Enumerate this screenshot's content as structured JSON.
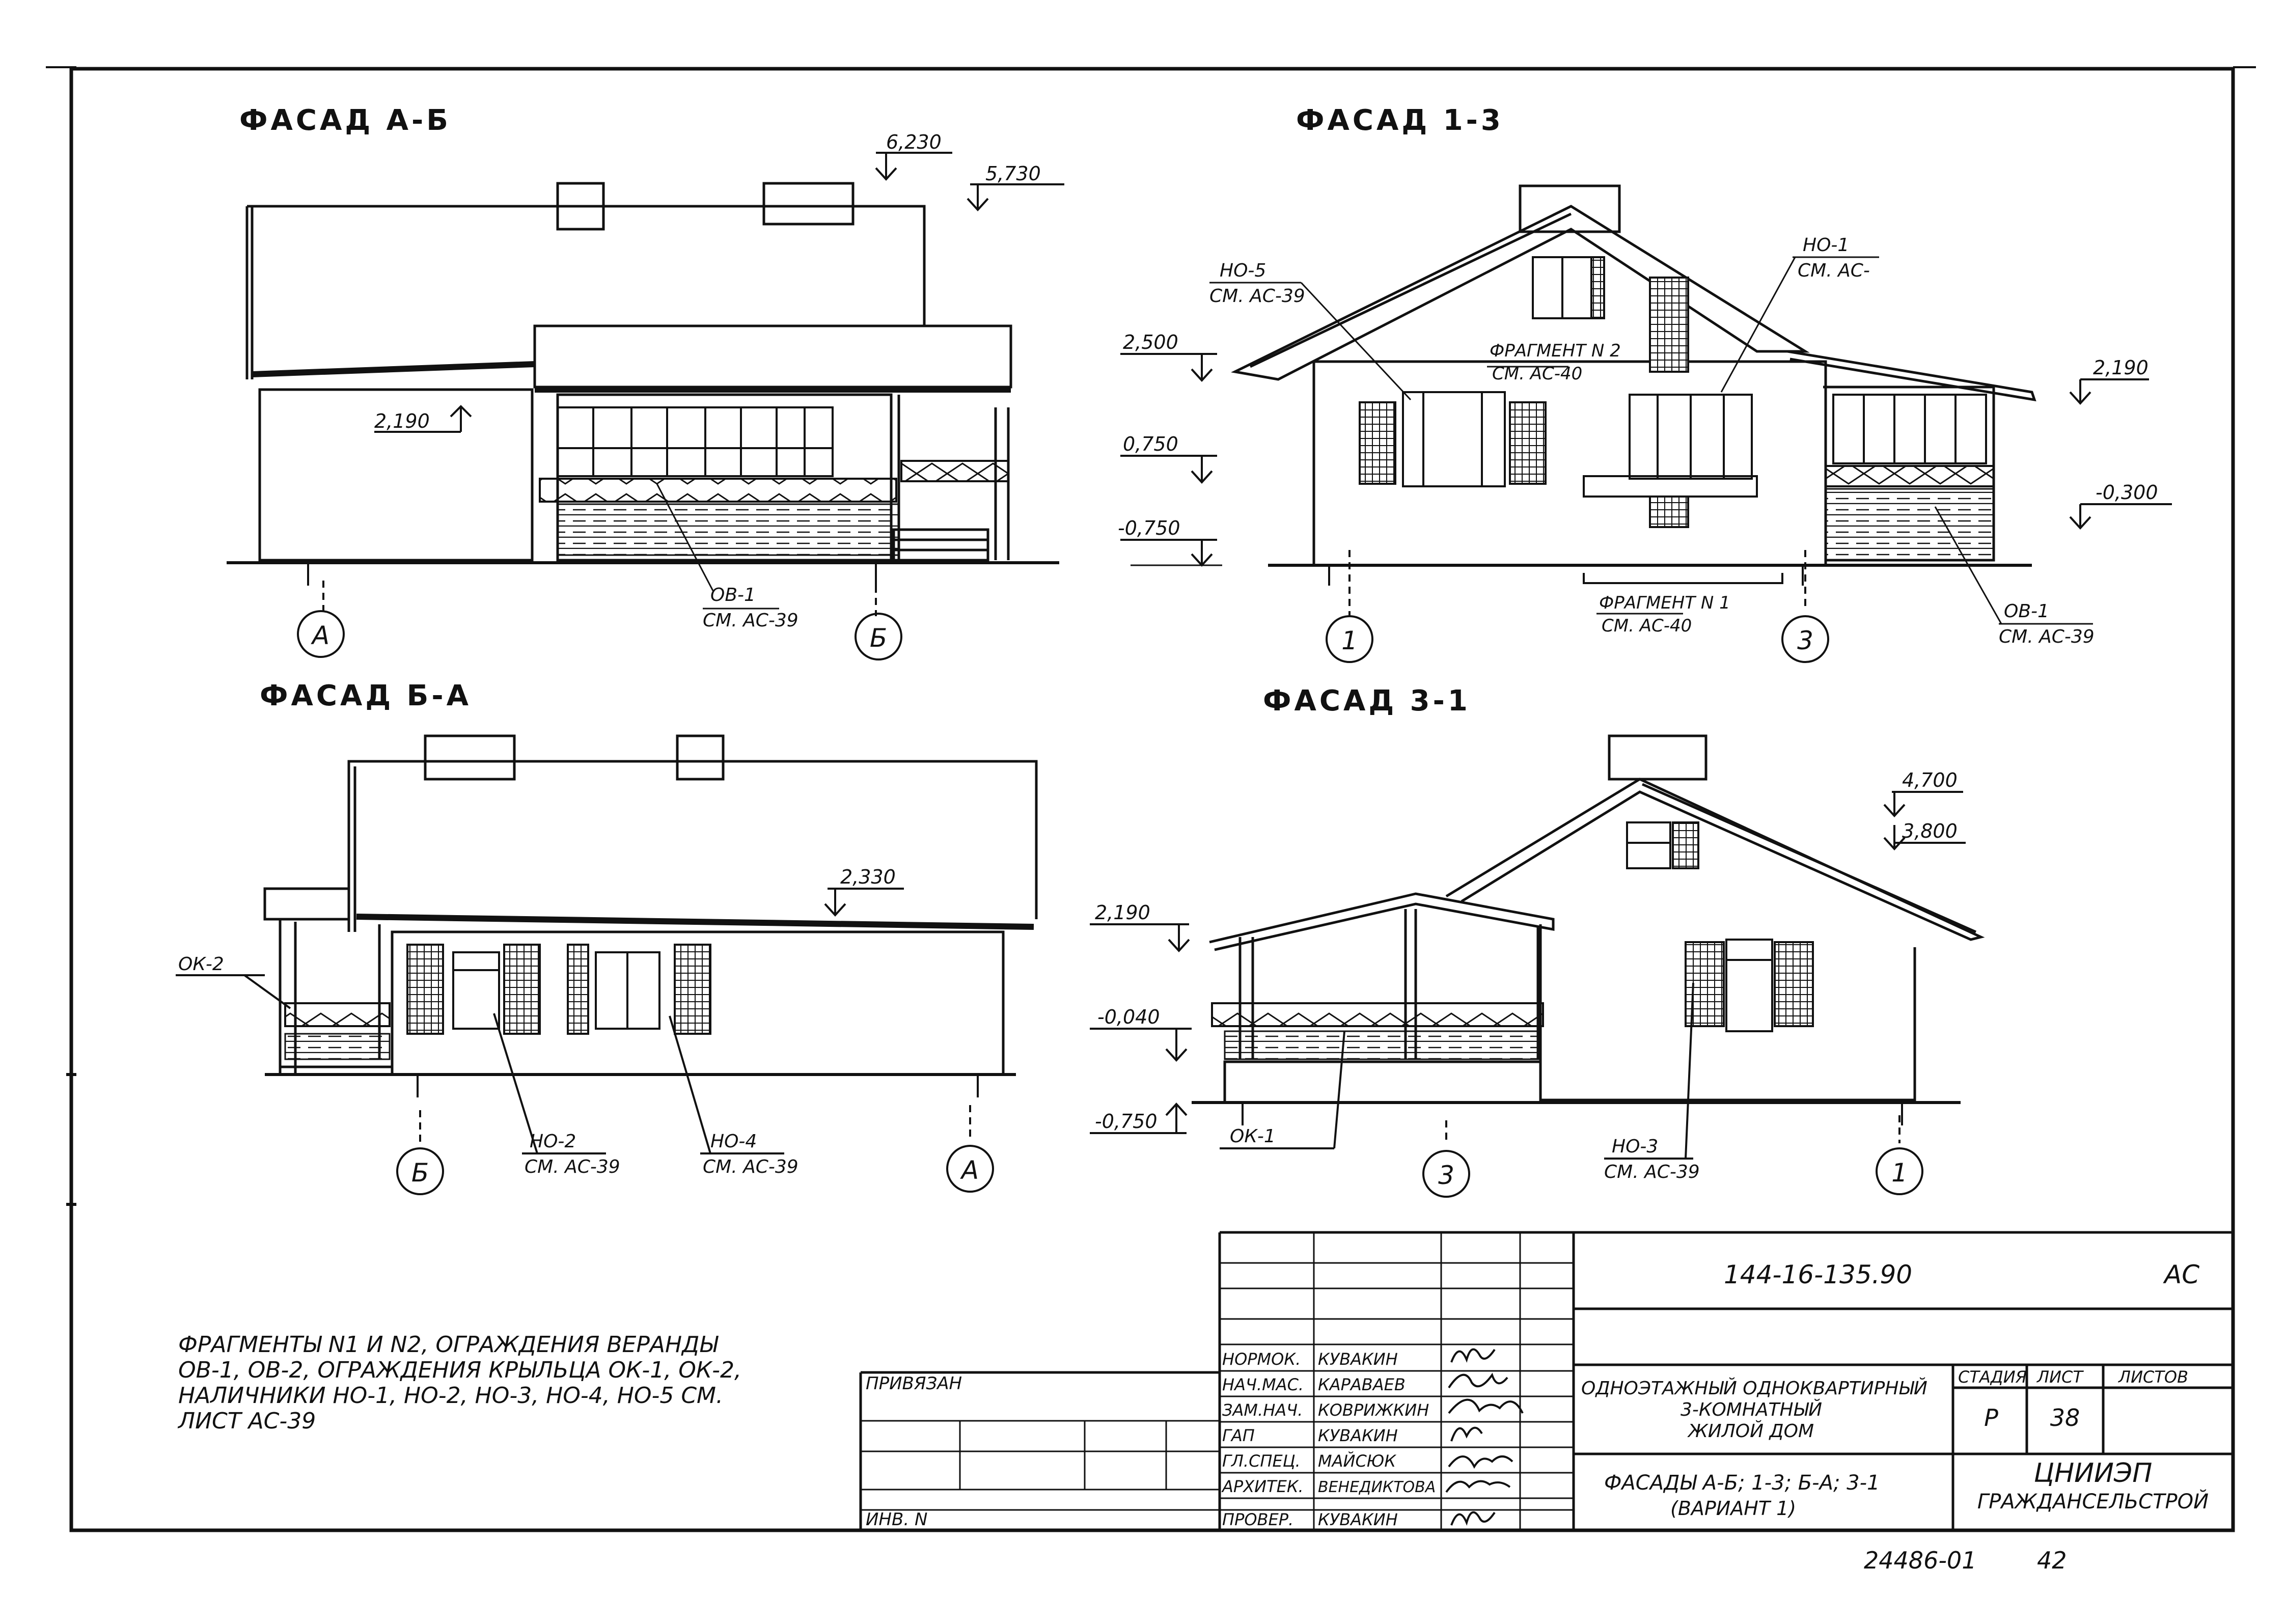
{
  "views": {
    "ab": {
      "title": "ФАСАД А-Б",
      "levels": [
        "6,230",
        "5,730",
        "2,190"
      ],
      "axes": [
        "А",
        "Б"
      ],
      "callout": [
        "ОВ-1",
        "СМ. АС-39"
      ]
    },
    "t13": {
      "title": "ФАСАД 1-3",
      "levels": [
        "2,500",
        "0,750",
        "-0,750",
        "2,190",
        "-0,300"
      ],
      "axes": [
        "1",
        "3"
      ],
      "callouts": [
        [
          "НО-5",
          "СМ. АС-39"
        ],
        [
          "НО-1",
          "СМ. АС-"
        ],
        [
          "ФРАГМЕНТ N 2",
          "СМ. АС-40"
        ],
        [
          "ФРАГМЕНТ N 1",
          "СМ. АС-40"
        ],
        [
          "ОВ-1",
          "СМ. АС-39"
        ]
      ]
    },
    "ba": {
      "title": "ФАСАД Б-А",
      "levels": [
        "2,330"
      ],
      "axes": [
        "Б",
        "А"
      ],
      "callouts": [
        [
          "ОК-2"
        ],
        [
          "НО-2",
          "СМ. АС-39"
        ],
        [
          "НО-4",
          "СМ. АС-39"
        ]
      ]
    },
    "t31": {
      "title": "ФАСАД 3-1",
      "levels": [
        "4,700",
        "3,800",
        "2,190",
        "-0,040",
        "-0,750"
      ],
      "axes": [
        "3",
        "1"
      ],
      "callouts": [
        [
          "ОК-1"
        ],
        [
          "НО-3",
          "СМ. АС-39"
        ]
      ]
    }
  },
  "note": [
    "ФРАГМЕНТЫ N1 И N2, ОГРАЖДЕНИЯ ВЕРАНДЫ",
    "ОВ-1, ОВ-2, ОГРАЖДЕНИЯ КРЫЛЬЦА ОК-1, ОК-2,",
    "НАЛИЧНИКИ НО-1, НО-2, НО-3, НО-4, НО-5 СМ.",
    "ЛИСТ АС-39"
  ],
  "stamp": {
    "privyazan": "ПРИВЯЗАН",
    "inv": "ИНВ. N",
    "code": "144-16-135.90",
    "mark": "АС",
    "roles": [
      "НОРМОК.",
      "НАЧ.МАС.",
      "ЗАМ.НАЧ.",
      "ГАП",
      "ГЛ.СПЕЦ.",
      "АРХИТЕК.",
      "ПРОВЕР."
    ],
    "names": [
      "КУВАКИН",
      "КАРАВАЕВ",
      "КОВРИЖКИН",
      "КУВАКИН",
      "МАЙСЮК",
      "ВЕНЕДИКТОВА",
      "КУВАКИН"
    ],
    "project": [
      "ОДНОЭТАЖНЫЙ ОДНОКВАРТИРНЫЙ",
      "3-КОМНАТНЫЙ",
      "ЖИЛОЙ ДОМ"
    ],
    "sheet_title": [
      "ФАСАДЫ А-Б; 1-3; Б-А; 3-1",
      "(ВАРИАНТ 1)"
    ],
    "stage_h": "СТАДИЯ",
    "sheet_h": "ЛИСТ",
    "sheets_h": "ЛИСТОВ",
    "stage": "Р",
    "sheet": "38",
    "org": [
      "ЦНИИЭП",
      "ГРАЖДАНСЕЛЬСТРОЙ"
    ]
  },
  "footer": {
    "archive": "24486-01",
    "page": "42"
  }
}
